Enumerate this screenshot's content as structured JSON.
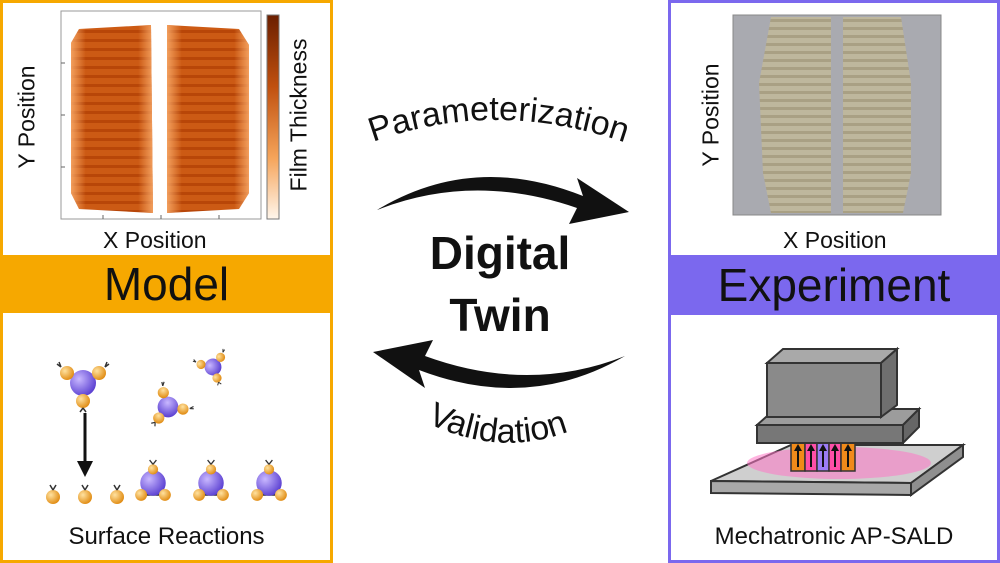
{
  "center": {
    "line1": "Digital",
    "line2": "Twin"
  },
  "arrows": {
    "top_label": "Parameterization",
    "bottom_label": "Validation"
  },
  "model": {
    "banner": "Model",
    "x_label": "X Position",
    "y_label": "Y Position",
    "colorbar_label": "Film Thickness",
    "caption": "Surface Reactions"
  },
  "experiment": {
    "banner": "Experiment",
    "x_label": "X Position",
    "y_label": "Y Position",
    "caption": "Mechatronic AP-SALD"
  },
  "colors": {
    "model_accent": "#f6a800",
    "experiment_accent": "#7b68ee",
    "film_dark": "#b5400a",
    "film_light": "#f6a35a",
    "molecule_center": "#7f5cf0",
    "molecule_ligand": "#f0a020",
    "pink_glow": "#ff77c6",
    "black": "#111111"
  }
}
